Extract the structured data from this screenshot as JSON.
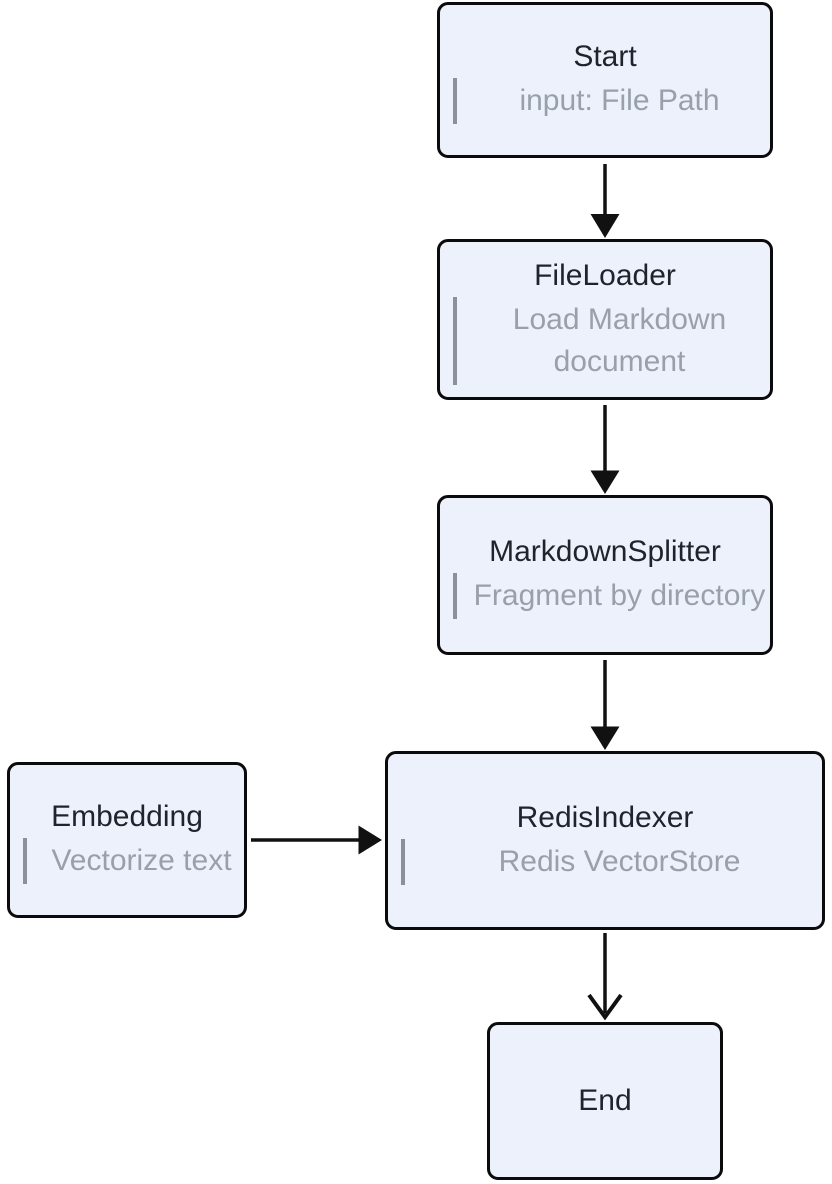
{
  "diagram": {
    "type": "flowchart",
    "background": "#ffffff",
    "node_fill": "#EDF1FB",
    "node_border_color": "#0B0B0C",
    "title_color": "#1F232B",
    "subtitle_color": "#99A0AA",
    "quote_bar_color": "#8B919B",
    "arrow_color": "#111111",
    "nodes": [
      {
        "id": "start",
        "title": "Start",
        "subtitle": "input: File Path"
      },
      {
        "id": "fileloader",
        "title": "FileLoader",
        "subtitle": "Load Markdown\ndocument"
      },
      {
        "id": "markdownsplitter",
        "title": "MarkdownSplitter",
        "subtitle": "Fragment by directory"
      },
      {
        "id": "redisindexer",
        "title": "RedisIndexer",
        "subtitle": "Redis VectorStore"
      },
      {
        "id": "embedding",
        "title": "Embedding",
        "subtitle": "Vectorize text"
      },
      {
        "id": "end",
        "title": "End"
      }
    ],
    "edges": [
      {
        "from": "start",
        "to": "fileloader",
        "direction": "down",
        "head": "filled"
      },
      {
        "from": "fileloader",
        "to": "markdownsplitter",
        "direction": "down",
        "head": "filled"
      },
      {
        "from": "markdownsplitter",
        "to": "redisindexer",
        "direction": "down",
        "head": "filled"
      },
      {
        "from": "embedding",
        "to": "redisindexer",
        "direction": "right",
        "head": "filled"
      },
      {
        "from": "redisindexer",
        "to": "end",
        "direction": "down",
        "head": "chevron"
      }
    ]
  }
}
